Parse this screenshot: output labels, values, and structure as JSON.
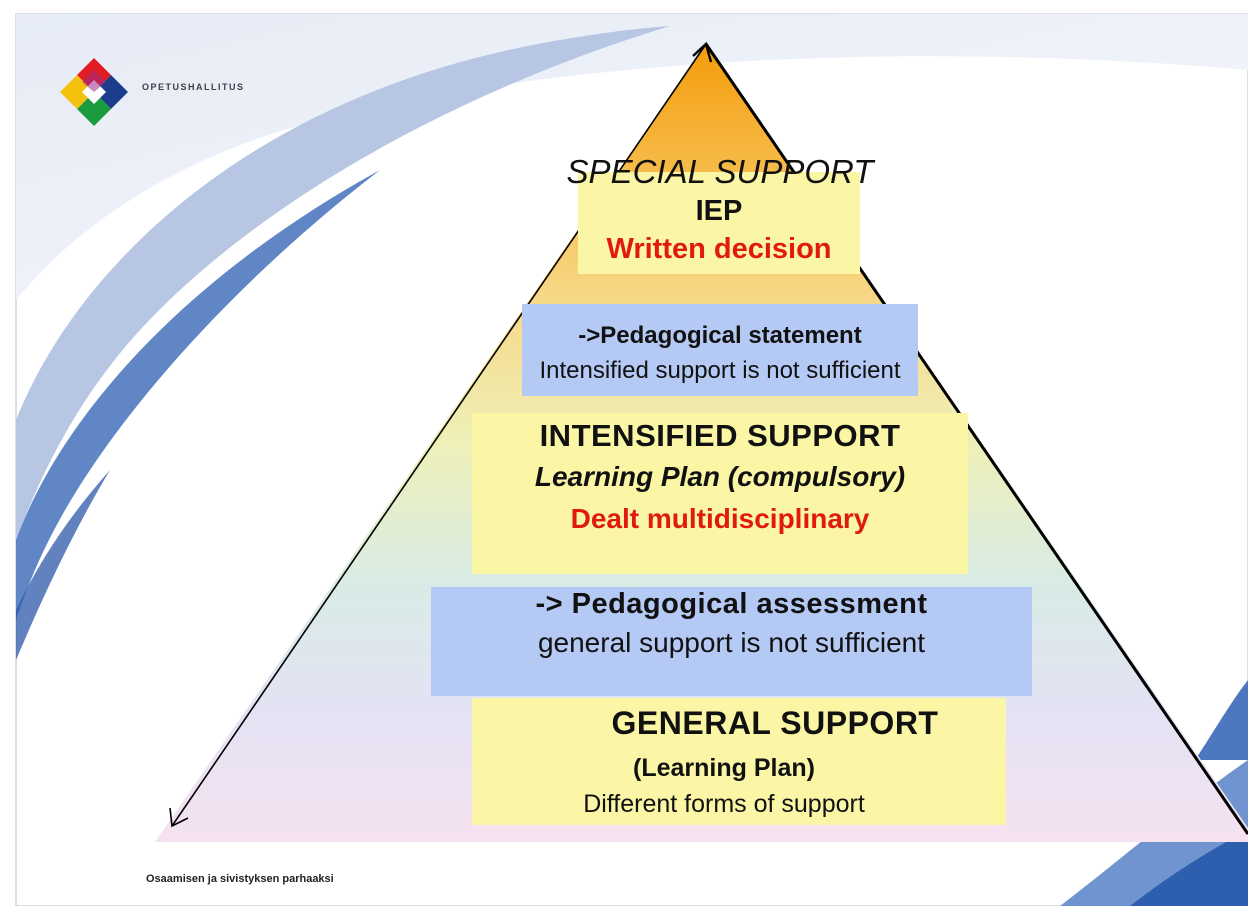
{
  "organization": {
    "name": "OPETUSHALLITUS"
  },
  "footer": {
    "tagline": "Osaamisen ja sivistyksen parhaaksi"
  },
  "pyramid": {
    "special": {
      "title": "SPECIAL SUPPORT",
      "line2": "IEP",
      "line3": "Written decision"
    },
    "statement": {
      "title": "->Pedagogical statement",
      "subtitle": "Intensified support is not sufficient"
    },
    "intensified": {
      "title": "INTENSIFIED SUPPORT",
      "line2": "Learning Plan (compulsory)",
      "line3": "Dealt multidisciplinary"
    },
    "assessment": {
      "title": "-> Pedagogical assessment",
      "subtitle": "general support is not sufficient"
    },
    "general": {
      "title": "GENERAL SUPPORT",
      "line2": "(Learning Plan)",
      "line3": "Different forms of support"
    }
  },
  "colors": {
    "highlight_yellow": "#fbf6a5",
    "highlight_blue": "#b5c9f5",
    "emphasis_red": "#e01a10",
    "apex_orange": "#f29a0c"
  }
}
